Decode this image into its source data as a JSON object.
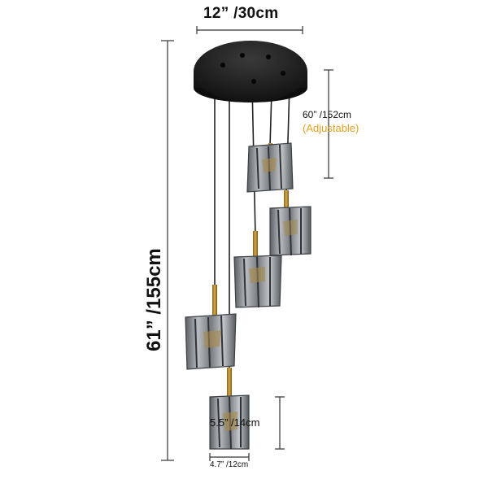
{
  "dimensions": {
    "width_label": "12” /30cm",
    "total_height_label": "61” /155cm",
    "cable_length_label": "60” /152cm",
    "cable_adjustable_label": "(Adjustable)",
    "shade_height_label": "5.5” /14cm",
    "shade_width_label": "4.7” /12cm"
  },
  "colors": {
    "canopy": "#1b1b1b",
    "cable": "#222222",
    "brass": "#b8862b",
    "glass": "#6e7277",
    "glass_light": "#b9bcc0",
    "dimension_line": "#333333",
    "adjustable_text": "#e0a020"
  }
}
